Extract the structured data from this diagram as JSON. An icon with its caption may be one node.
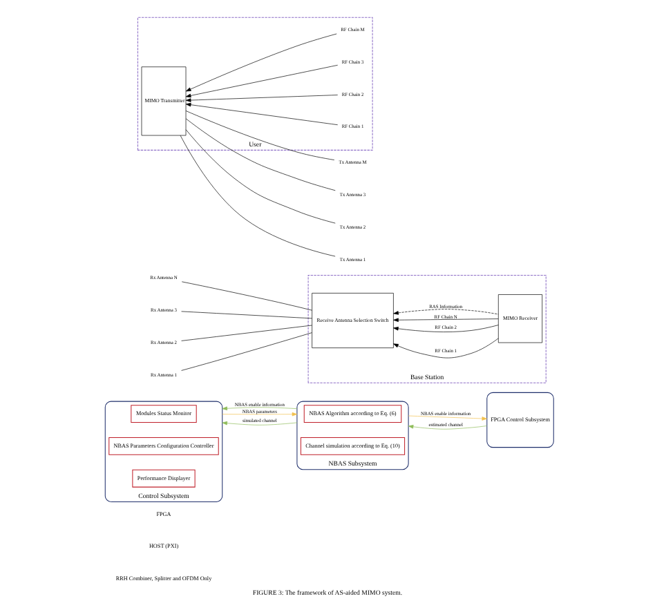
{
  "diagram": {
    "caption": "FIGURE 3: The framework of AS-aided MIMO system.",
    "nodes": [
      {
        "text": [
          "User"
        ]
      },
      {
        "text": [
          "MIMO Transmitter"
        ],
        "in": 0
      },
      {
        "text": [
          "Tx Antenna 1"
        ]
      },
      {
        "text": [
          "Tx Antenna 2"
        ]
      },
      {
        "text": [
          "Tx Antenna 3"
        ]
      },
      {
        "text": [
          "Tx Antenna M"
        ]
      },
      {
        "text": [
          "Rx Antenna 1"
        ]
      },
      {
        "text": [
          "Rx Antenna 2"
        ]
      },
      {
        "text": [
          "Rx Antenna 3"
        ]
      },
      {
        "text": [
          "Rx Antenna N"
        ]
      },
      {
        "text": [
          "Base Station"
        ]
      },
      {
        "text": [
          "Receive Antenna Selection Switch"
        ],
        "in": 10
      },
      {
        "text": [
          "MIMO Receiver"
        ],
        "in": 10
      },
      {
        "text": [
          "Control Subsystem"
        ]
      },
      {
        "text": [
          "Modules Status Monitor"
        ],
        "in": 13
      },
      {
        "text": [
          "NBAS Parameters Configuration Controller"
        ],
        "in": 13
      },
      {
        "text": [
          "Performance Displayer"
        ],
        "in": 13
      },
      {
        "text": [
          "NBAS Subsystem"
        ]
      },
      {
        "text": [
          "NBAS Algorithm according to Eq. (6)"
        ],
        "in": 17
      },
      {
        "text": [
          "Channel simulation according to Eq. (10)"
        ],
        "in": 17
      },
      {
        "text": [
          "FPGA Control Subsystem"
        ]
      },
      {
        "text": [
          "RF Chain 1"
        ],
        "in": 0
      },
      {
        "text": [
          "RF Chain 2"
        ],
        "in": 0
      },
      {
        "text": [
          "RF Chain 3"
        ],
        "in": 0
      },
      {
        "text": [
          "RF Chain M"
        ],
        "in": 0
      }
    ],
    "edges": [
      {
        "from": 21,
        "to": 1,
        "arrow": "to"
      },
      {
        "from": 22,
        "to": 1,
        "arrow": "to"
      },
      {
        "from": 23,
        "to": 1,
        "arrow": "to"
      },
      {
        "from": 24,
        "to": 1,
        "arrow": "to"
      },
      {
        "from": 1,
        "to": 2,
        "arrow": "none"
      },
      {
        "from": 1,
        "to": 3,
        "arrow": "none"
      },
      {
        "from": 1,
        "to": 4,
        "arrow": "none"
      },
      {
        "from": 1,
        "to": 5,
        "arrow": "none"
      },
      {
        "from": 6,
        "to": 11,
        "arrow": "none"
      },
      {
        "from": 7,
        "to": 11,
        "arrow": "none"
      },
      {
        "from": 8,
        "to": 11,
        "arrow": "none"
      },
      {
        "from": 9,
        "to": 11,
        "arrow": "none"
      },
      {
        "from": 12,
        "to": 11,
        "arrow": "to",
        "label": "RF Chain 1"
      },
      {
        "from": 12,
        "to": 11,
        "arrow": "to",
        "label": "RF Chain 2"
      },
      {
        "from": 12,
        "to": 11,
        "arrow": "to",
        "label": "RF Chain N"
      },
      {
        "from": 12,
        "to": 11,
        "arrow": "to",
        "label": "RAS Information",
        "style": "dashed"
      },
      {
        "from": 17,
        "to": 13,
        "arrow": "to",
        "label": "NBAS enable information",
        "color": "#8fbc5a"
      },
      {
        "from": 13,
        "to": 17,
        "arrow": "to",
        "label": "NBAS parameters",
        "color": "#f2c14e"
      },
      {
        "from": 17,
        "to": 13,
        "arrow": "to",
        "label": "simulated channel",
        "color": "#8fbc5a"
      },
      {
        "from": 17,
        "to": 20,
        "arrow": "to",
        "label": "NBAS enable information",
        "color": "#f2c14e"
      },
      {
        "from": 20,
        "to": 17,
        "arrow": "to",
        "label": "estimated channel",
        "color": "#8fbc5a"
      }
    ],
    "labels": [
      "RRH Combiner, Splitter and OFDM Only",
      "HOST (PXI)",
      "FPGA"
    ]
  }
}
